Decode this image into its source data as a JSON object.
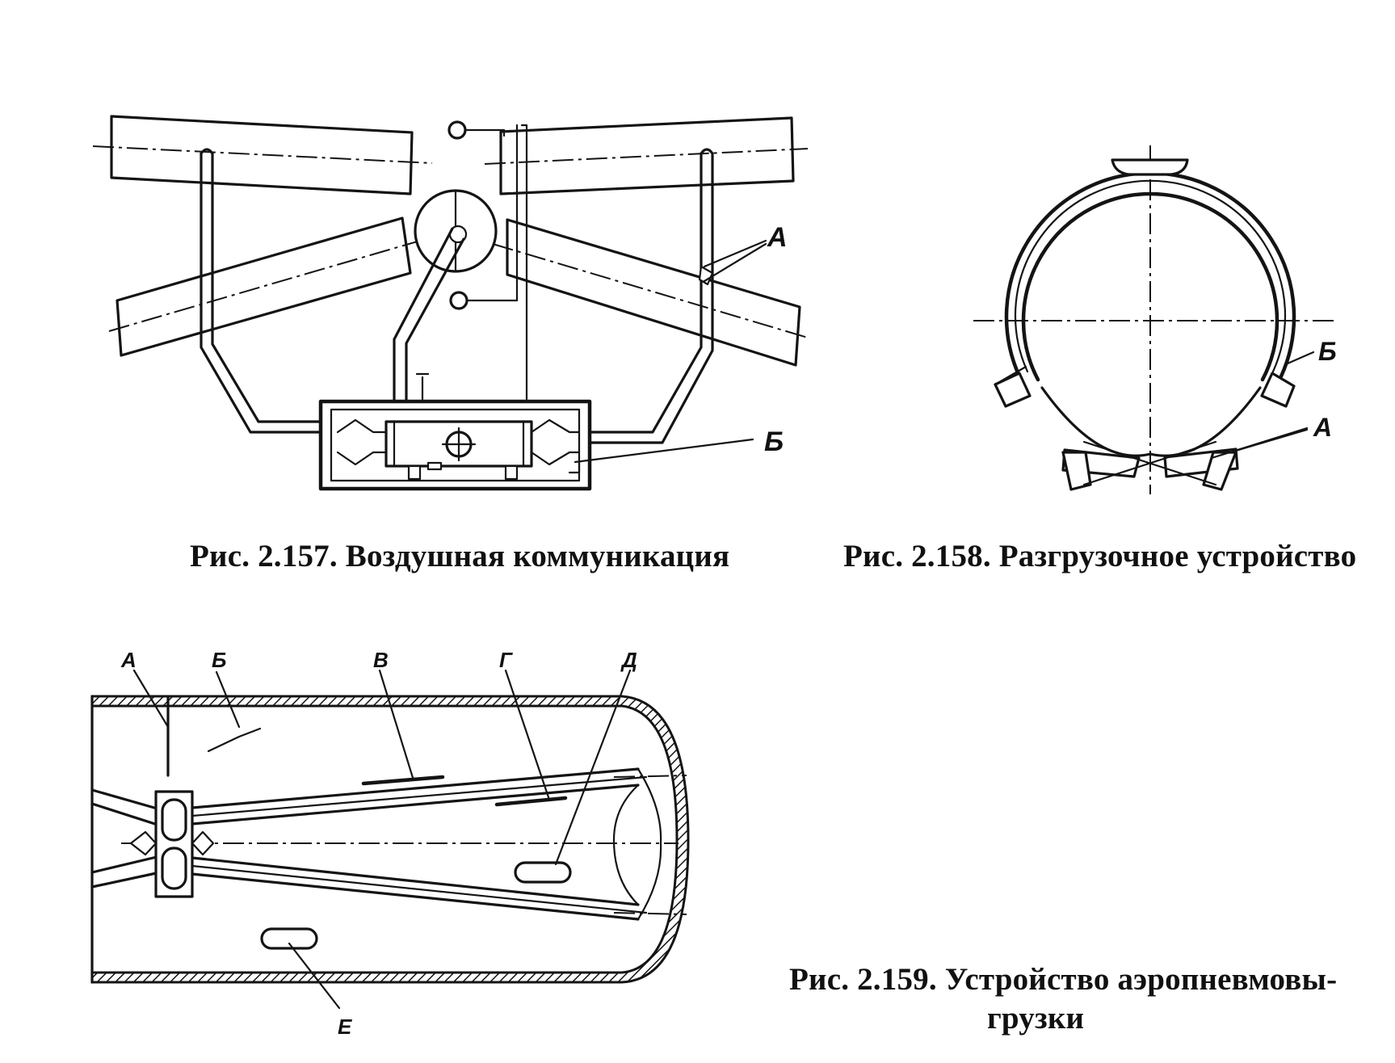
{
  "figures": [
    {
      "id": "fig157",
      "caption": "Рис. 2.157. Воздушная коммуникация",
      "labels": [
        "А",
        "Б"
      ]
    },
    {
      "id": "fig158",
      "caption": "Рис. 2.158. Разгрузочное устройство",
      "labels": [
        "Б",
        "А"
      ]
    },
    {
      "id": "fig159",
      "caption_line1": "Рис. 2.159. Устройство аэропневмовы-",
      "caption_line2": "грузки",
      "labels": [
        "А",
        "Б",
        "В",
        "Г",
        "Д",
        "Е"
      ]
    }
  ]
}
